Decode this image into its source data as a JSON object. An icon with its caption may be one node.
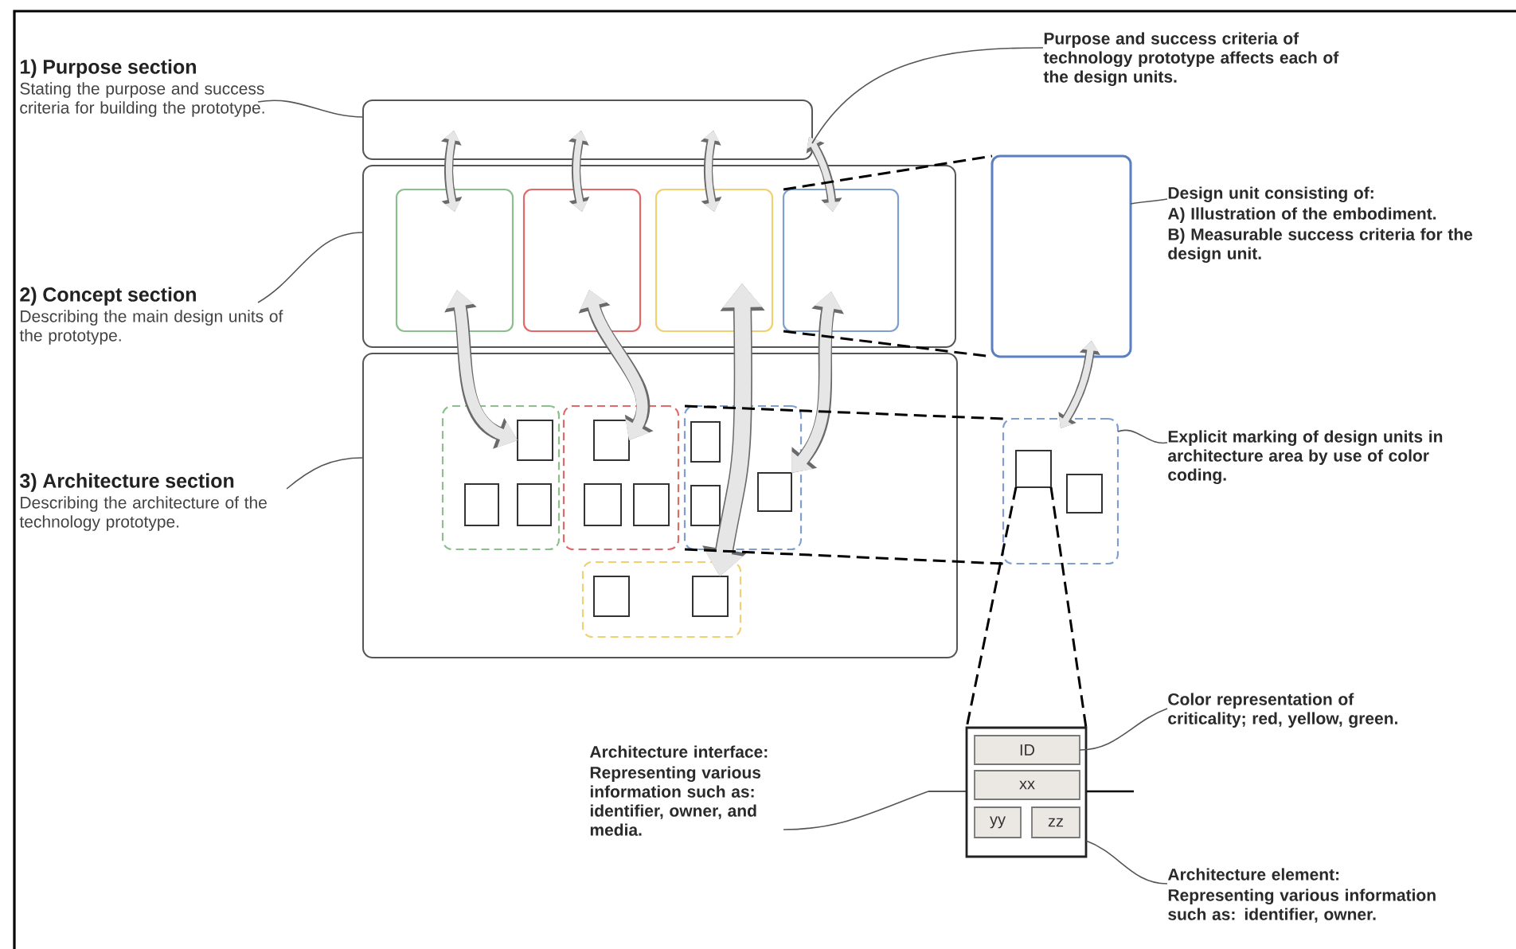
{
  "diagram": {
    "nodes": [
      {
        "text": [
          "1) Purpose section",
          "Stating the purpose and success criteria for building the prototype."
        ]
      },
      {
        "text": [],
        "shape": "box"
      },
      {
        "text": [
          "2) Concept section",
          "Describing the main design units of the prototype."
        ]
      },
      {
        "text": [],
        "shape": "box"
      },
      {
        "text": [],
        "shape": "box",
        "in": 3
      },
      {
        "text": [],
        "shape": "box",
        "in": 3
      },
      {
        "text": [],
        "shape": "box",
        "in": 3
      },
      {
        "text": [],
        "shape": "box",
        "in": 3
      },
      {
        "text": [
          "3) Architecture section",
          "Describing the architecture of the technology prototype."
        ]
      },
      {
        "text": [],
        "shape": "box"
      },
      {
        "text": [],
        "shape": "box",
        "in": 9
      },
      {
        "text": [],
        "shape": "box",
        "in": 10
      },
      {
        "text": [],
        "shape": "box",
        "in": 10
      },
      {
        "text": [],
        "shape": "box",
        "in": 10
      },
      {
        "text": [],
        "shape": "box",
        "in": 9
      },
      {
        "text": [],
        "shape": "box",
        "in": 14
      },
      {
        "text": [],
        "shape": "box",
        "in": 14
      },
      {
        "text": [],
        "shape": "box",
        "in": 14
      },
      {
        "text": [],
        "shape": "box",
        "in": 9
      },
      {
        "text": [],
        "shape": "box",
        "in": 18
      },
      {
        "text": [],
        "shape": "box",
        "in": 18
      },
      {
        "text": [],
        "shape": "box",
        "in": 18
      },
      {
        "text": [],
        "shape": "box",
        "in": 9
      },
      {
        "text": [],
        "shape": "box",
        "in": 22
      },
      {
        "text": [],
        "shape": "box",
        "in": 22
      },
      {
        "text": [
          "Purpose and success criteria of technology prototype affects each of the design units."
        ]
      },
      {
        "text": [],
        "shape": "box"
      },
      {
        "text": [
          "Design unit consisting of:",
          "A) Illustration of the embodiment.",
          "B) Measurable success criteria for the design unit."
        ]
      },
      {
        "text": [],
        "shape": "box"
      },
      {
        "text": [],
        "shape": "box",
        "in": 28
      },
      {
        "text": [],
        "shape": "box",
        "in": 28
      },
      {
        "text": [
          "Explicit marking of design units in architecture area by use of color coding."
        ]
      },
      {
        "text": [],
        "shape": "box"
      },
      {
        "text": [
          "ID"
        ],
        "in": 32
      },
      {
        "text": [
          "xx"
        ],
        "in": 32
      },
      {
        "text": [
          "yy"
        ],
        "in": 32
      },
      {
        "text": [
          "zz"
        ],
        "in": 32
      },
      {
        "text": [
          "Color representation of criticality; red, yellow, green."
        ]
      },
      {
        "text": [
          "Architecture interface:",
          "Representing various information such as: identifier, owner, and media."
        ]
      },
      {
        "text": [
          "Architecture element:",
          "Representing various information such as: identifier, owner."
        ]
      },
      {
        "text": [],
        "shape": "line"
      }
    ],
    "edges": [
      {
        "from": 0,
        "to": 1,
        "arrow": "none"
      },
      {
        "from": 2,
        "to": 3,
        "arrow": "none"
      },
      {
        "from": 8,
        "to": 9,
        "arrow": "none"
      },
      {
        "from": 1,
        "to": 4,
        "arrow": "both",
        "style": "thick",
        "color": "#e6e6e6"
      },
      {
        "from": 1,
        "to": 5,
        "arrow": "both",
        "style": "thick",
        "color": "#e6e6e6"
      },
      {
        "from": 1,
        "to": 6,
        "arrow": "both",
        "style": "thick",
        "color": "#e6e6e6"
      },
      {
        "from": 1,
        "to": 7,
        "arrow": "both",
        "style": "thick",
        "color": "#e6e6e6"
      },
      {
        "from": 4,
        "to": 11,
        "arrow": "both",
        "style": "thick",
        "color": "#e6e6e6"
      },
      {
        "from": 5,
        "to": 15,
        "arrow": "both",
        "style": "thick",
        "color": "#e6e6e6"
      },
      {
        "from": 6,
        "to": 24,
        "arrow": "both",
        "style": "thick",
        "color": "#e6e6e6"
      },
      {
        "from": 7,
        "to": 21,
        "arrow": "both",
        "style": "thick",
        "color": "#e6e6e6"
      },
      {
        "from": 7,
        "to": 26,
        "arrow": "none",
        "style": "dashed"
      },
      {
        "from": 18,
        "to": 28,
        "arrow": "none",
        "style": "dashed"
      },
      {
        "from": 26,
        "to": 28,
        "arrow": "both",
        "style": "thick",
        "color": "#e6e6e6"
      },
      {
        "from": 29,
        "to": 32,
        "arrow": "none",
        "style": "dashed"
      },
      {
        "from": 25,
        "to": 1,
        "arrow": "none"
      },
      {
        "from": 27,
        "to": 26,
        "arrow": "none"
      },
      {
        "from": 31,
        "to": 28,
        "arrow": "none"
      },
      {
        "from": 37,
        "to": 33,
        "arrow": "none"
      },
      {
        "from": 38,
        "to": 40,
        "arrow": "none"
      },
      {
        "from": 39,
        "to": 32,
        "arrow": "none"
      },
      {
        "from": 7,
        "to": 26,
        "arrow": "none",
        "style": "dashed"
      },
      {
        "from": 18,
        "to": 28,
        "arrow": "none",
        "style": "dashed"
      },
      {
        "from": 29,
        "to": 32,
        "arrow": "none",
        "style": "dashed"
      }
    ]
  }
}
